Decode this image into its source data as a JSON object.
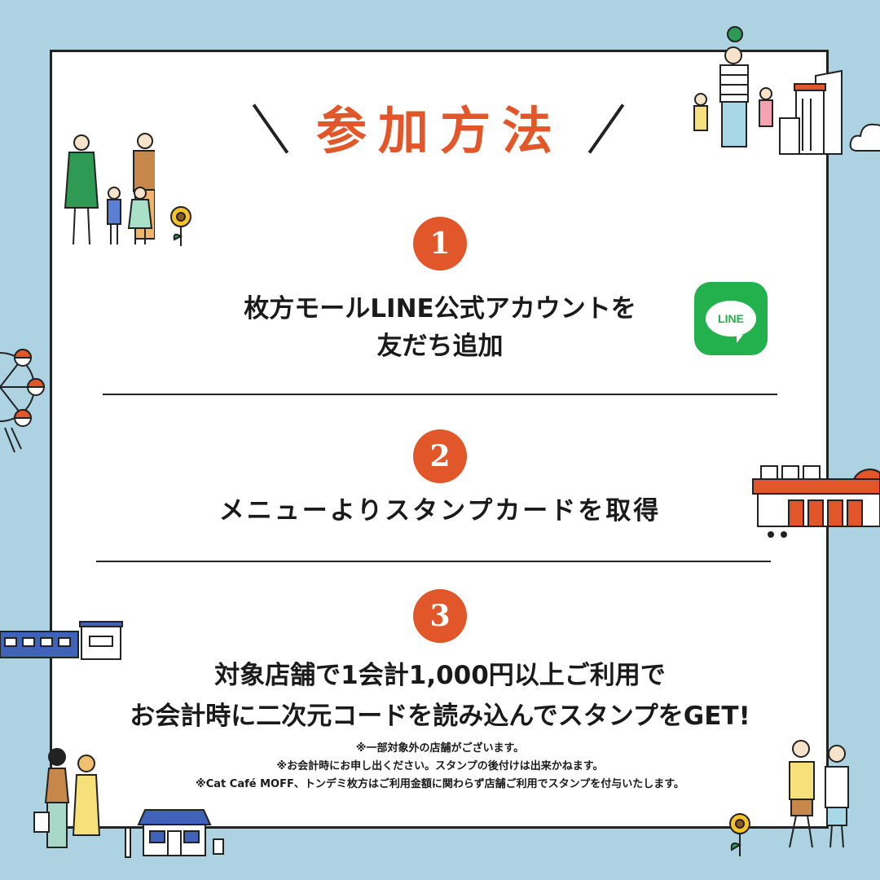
{
  "title": "参加方法",
  "steps": [
    {
      "number": "1",
      "line1": "枚方モールLINE公式アカウントを",
      "line2": "友だち追加"
    },
    {
      "number": "2",
      "line1": "メニューよりスタンプカードを取得"
    },
    {
      "number": "3",
      "line1": "対象店舗で1会計1,000円以上ご利用で",
      "line2": "お会計時に二次元コードを読み込んでスタンプをGET!"
    }
  ],
  "line_logo_text": "LINE",
  "notes": [
    "※一部対象外の店舗がございます。",
    "※お会計時にお申し出ください。スタンプの後付けは出来かねます。",
    "※Cat Café MOFF、トンデミ枚方はご利用金額に関わらず店舗ご利用でスタンプを付与いたします。"
  ],
  "colors": {
    "accent": "#e2572a",
    "background": "#add3e3",
    "line_green": "#22b14c"
  },
  "icons": [
    "line-app-icon",
    "ferris-wheel-icon",
    "train-icon",
    "shop-icon",
    "sunflower-icon",
    "cloud-icon",
    "building-icon",
    "people-illustration"
  ]
}
